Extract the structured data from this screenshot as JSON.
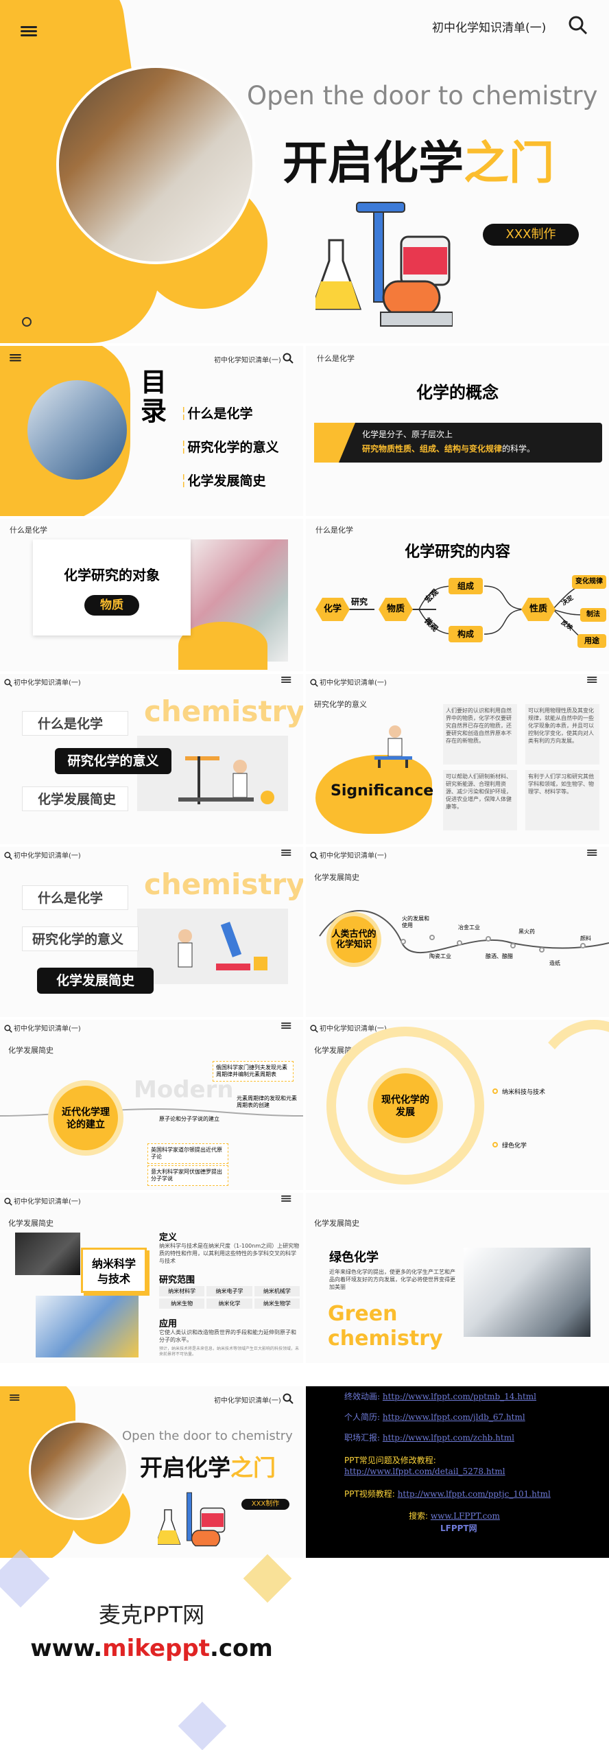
{
  "slide1": {
    "header": "初中化学知识清单(一)",
    "subtitle_en": "Open the door to chemistry",
    "title_black": "开启化学",
    "title_yellow": "之门",
    "badge": "XXX制作"
  },
  "slide2": {
    "header": "初中化学知识清单(一)",
    "mulu": "目录",
    "items": [
      "什么是化学",
      "研究化学的意义",
      "化学发展简史"
    ]
  },
  "slide3": {
    "section": "什么是化学",
    "title": "化学的概念",
    "band_line1": "化学是分子、原子层次上",
    "band_line2_pre": "研究物质性质、组成、结构与变化规律",
    "band_line2_post": "的科学。"
  },
  "slide4": {
    "header": "初中化学知识清单(一)",
    "section": "什么是化学",
    "title": "化学研究的对象",
    "pill": "物质"
  },
  "slide5": {
    "header": "初中化学知识清单(一)",
    "section": "什么是化学",
    "title": "化学研究的内容",
    "n_chem": "化学",
    "n_study": "研究",
    "n_matter": "物质",
    "n_macro": "宏观",
    "n_micro": "微观",
    "n_comp": "组成",
    "n_struct": "构成",
    "n_prop": "性质",
    "n_law": "变化规律",
    "n_prep": "制法",
    "n_use": "用途",
    "n_decide": "决定",
    "n_reflect": "反映"
  },
  "slide6": {
    "header": "初中化学知识清单(一)",
    "items": [
      "什么是化学",
      "研究化学的意义",
      "化学发展简史"
    ],
    "watermark": "chemistry"
  },
  "slide7": {
    "header": "初中化学知识清单(一)",
    "section": "研究化学的意义",
    "big": "Significance",
    "p1": "人们要好的认识和利用自然界中的物质，化学不仅要研究自然界已存在的物质，还要研究和创造自然界原本不存在的新物质。",
    "p2": "可以利用物理性质及其变化规律，就能从自然中的一些化学现象的本质，并且可以控制化学变化，使其向对人类有利的方向发展。",
    "p3": "可以帮助人们研制新材料、研究新能源、合理利用资源、减少污染和保护环境，促进农业增产，保障人体健康等。",
    "p4": "有利于人们学习和研究其他学科和领域，如生物学、物理学、材料学等。"
  },
  "slide8": {
    "header": "初中化学知识清单(一)",
    "items": [
      "什么是化学",
      "研究化学的意义",
      "化学发展简史"
    ],
    "watermark": "chemistry"
  },
  "slide9": {
    "header": "初中化学知识清单(一)",
    "section": "化学发展简史",
    "circle_text": "人类古代的化学知识",
    "labels": [
      "火的发展和使用",
      "陶瓷工业",
      "冶金工业",
      "酿酒、酿醋",
      "黑火药",
      "造纸",
      "颜料"
    ]
  },
  "slide10": {
    "header": "初中化学知识清单(一)",
    "section": "化学发展简史",
    "watermark": "Modern",
    "circle_text": "近代化学理论的建立",
    "l1": "俄国科学家门捷列夫发现元素周期律并编制元素周期表",
    "l2": "原子论和分子学说的建立",
    "l3": "元素周期律的发现和元素周期表的创建",
    "l4": "英国科学家道尔顿提出近代原子论",
    "l5": "意大利科学家阿伏伽德罗提出分子学说"
  },
  "slide11": {
    "header": "初中化学知识清单(一)",
    "section": "化学发展简史",
    "circle_text": "现代化学的发展",
    "l1": "纳米科技与技术",
    "l2": "绿色化学"
  },
  "slide12": {
    "header": "初中化学知识清单(一)",
    "section": "化学发展简史",
    "badge": "纳米科学与技术",
    "def_title": "定义",
    "def_text": "纳米科学与技术是在纳米尺度（1-100nm之间）上研究物质的特性和作用，以其利用这些特性的多学科交叉的科学与技术",
    "range_title": "研究范围",
    "tags": [
      "纳米材料学",
      "纳米电子学",
      "纳米机械学",
      "纳米生物",
      "纳米化学",
      "纳米生物学"
    ],
    "app_title": "应用",
    "app_text": "它使人类认识和改造物质世界的手段和能力延伸到原子和分子的水平。",
    "note": "预计，纳米技术将是未来信息，纳米技术等领域产生巨大影响的科技领域，未来前景将不可估量。"
  },
  "slide13": {
    "section": "化学发展简史",
    "title": "绿色化学",
    "text": "近年来绿色化学的提出，使更多的化学生产工艺和产品向着环境友好的方向发展，化学必将使世界变得更加美丽",
    "en1": "Green",
    "en2": "chemistry"
  },
  "slide14": {
    "header": "初中化学知识清单(一)",
    "subtitle_en": "Open the door to chemistry",
    "title_black": "开启化学",
    "title_yellow": "之门",
    "badge": "XXX制作"
  },
  "ad": {
    "r1_label": "终效动画:",
    "r1_url": "http://www.lfppt.com/pptmb_14.html",
    "r2_label": "个人简历:",
    "r2_url": "http://www.lfppt.com/jldb_67.html",
    "r3_label": "职场汇报:",
    "r3_url": "http://www.lfppt.com/zchb.html",
    "r4_label": "PPT常见问题及修改教程:",
    "r4_url": "http://www.lfppt.com/detail_5278.html",
    "r5_label": "PPT视频教程:",
    "r5_url": "http://www.lfppt.com/pptjc_101.html",
    "r6_label": "搜索:",
    "r6_url": "www.LFPPT.com",
    "r7": "LFPPT网"
  },
  "footer": {
    "line1": "麦克PPT网",
    "www": "www.",
    "brand": "mikeppt",
    "com": ".com"
  },
  "colors": {
    "accent": "#fbbd2e",
    "dark": "#111111"
  }
}
